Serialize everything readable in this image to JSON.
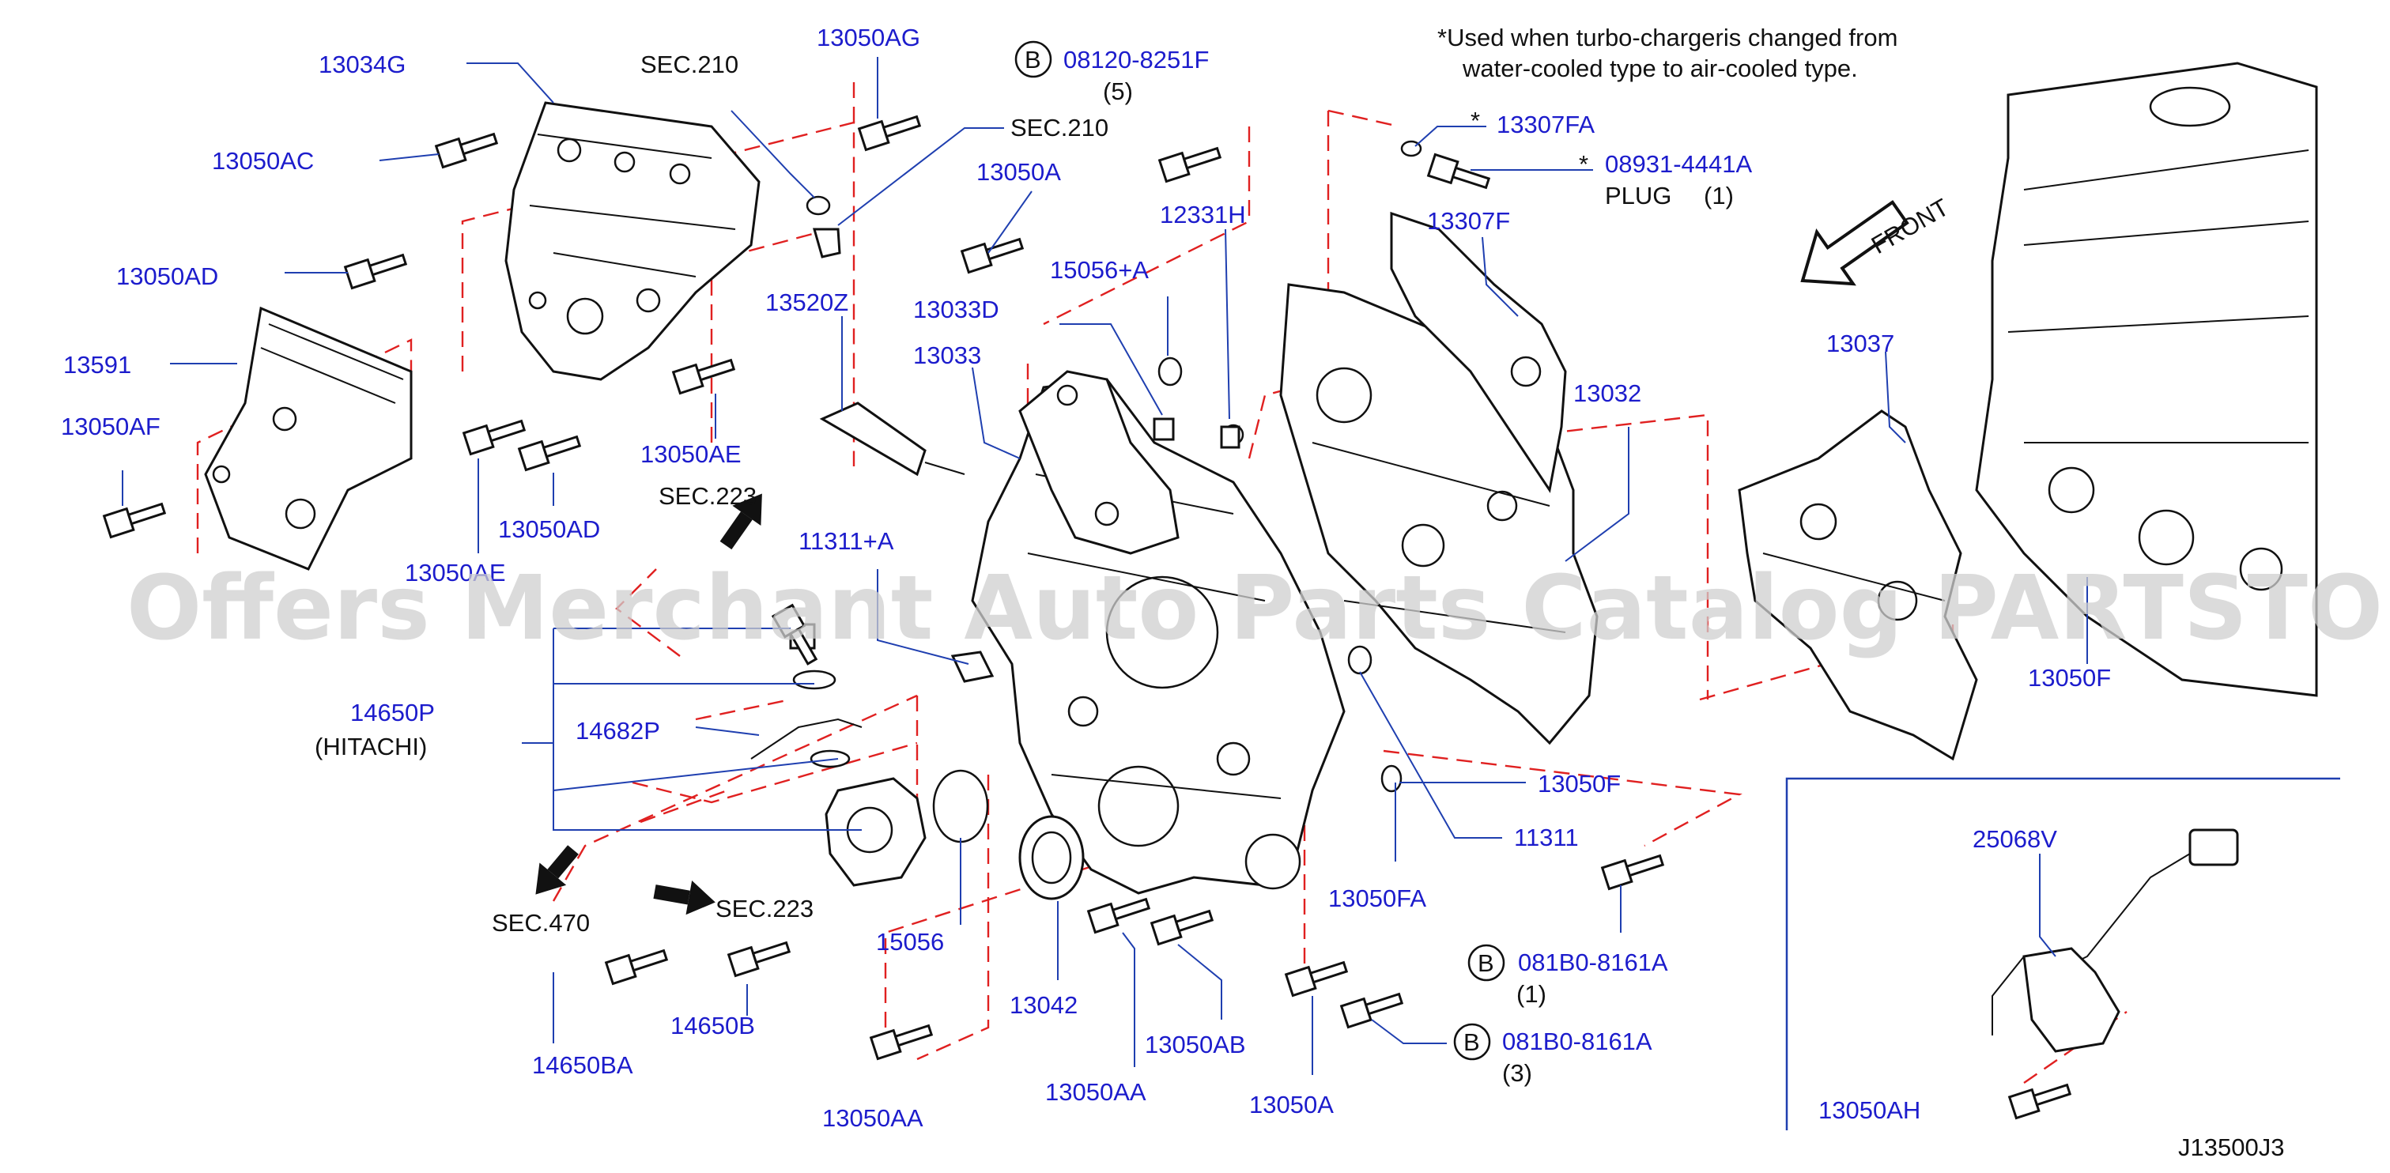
{
  "labels": {
    "p13034G": "13034G",
    "p13050AC": "13050AC",
    "p13050AD_a": "13050AD",
    "p13591": "13591",
    "p13050AF": "13050AF",
    "p13050AE_a": "13050AE",
    "p13050AD_b": "13050AD",
    "p13050AE_b": "13050AE",
    "sec210_a": "SEC.210",
    "p13050AG": "13050AG",
    "sec210_b": "SEC.210",
    "p13520Z": "13520Z",
    "sec223_a": "SEC.223",
    "p11311A": "11311+A",
    "p14650P": "14650P",
    "hitachi": "(HITACHI)",
    "p14682P": "14682P",
    "sec470": "SEC.470",
    "sec223_b": "SEC.223",
    "p14650BA": "14650BA",
    "p14650B": "14650B",
    "p15056": "15056",
    "p13050AA_a": "13050AA",
    "p13042": "13042",
    "p13050AA_b": "13050AA",
    "p13050AB": "13050AB",
    "p13050A_b": "13050A",
    "p13050FA": "13050FA",
    "b_label_1": "B",
    "p08120": "08120-8251F",
    "qty5": "(5)",
    "p13050A_a": "13050A",
    "p13033D": "13033D",
    "p13033": "13033",
    "p15056A": "15056+A",
    "p12331H": "12331H",
    "p13307FA": "13307FA",
    "star_a": "*",
    "p08931": "08931-4441A",
    "star_b": "*",
    "plug": "PLUG",
    "qty1_plug": "(1)",
    "p13307F": "13307F",
    "p13032": "13032",
    "p13050F_a": "13050F",
    "p11311": "11311",
    "b_label_2": "B",
    "p081B0_a": "081B0-8161A",
    "qty1": "(1)",
    "b_label_3": "B",
    "p081B0_b": "081B0-8161A",
    "qty3": "(3)",
    "p13037": "13037",
    "p13050F_b": "13050F",
    "front": "FRONT",
    "note_line1": "*Used when turbo-chargeris changed from",
    "note_line2": "water-cooled type to air-cooled type.",
    "p25068V": "25068V",
    "p13050AH": "13050AH",
    "diagram_id": "J13500J3"
  },
  "watermark": "Offers Merchant Auto Parts Catalog PARTSTORE.SA",
  "colors": {
    "part_number": "#1c1ccc",
    "reference_text": "#111111",
    "leader_line": "#1f3fb0",
    "dashed_line": "#e02020",
    "watermark": "#cfcfcf"
  }
}
